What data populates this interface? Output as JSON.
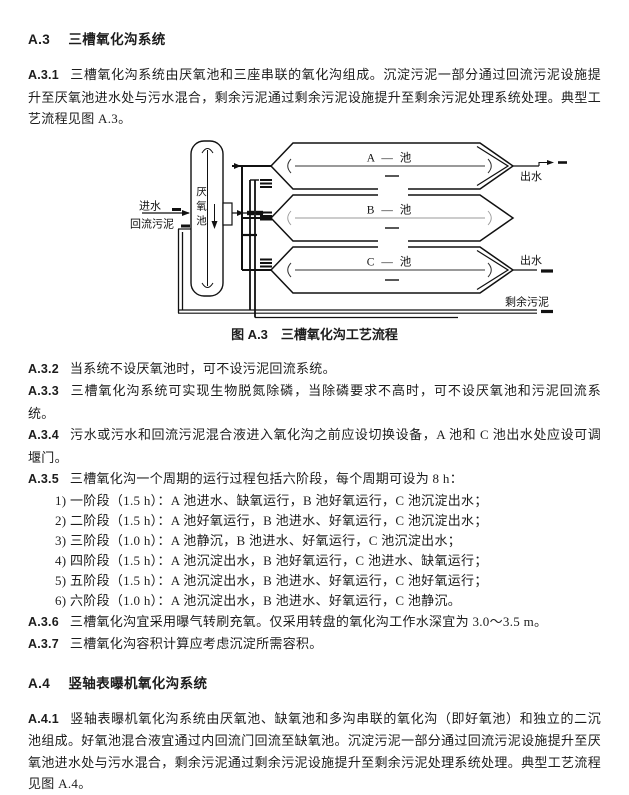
{
  "a3": {
    "number": "A.3",
    "title": "三槽氧化沟系统",
    "c1": {
      "num": "A.3.1",
      "text": "三槽氧化沟系统由厌氧池和三座串联的氧化沟组成。沉淀污泥一部分通过回流污泥设施提升至厌氧池进水处与污水混合，剩余污泥通过剩余污泥设施提升至剩余污泥处理系统处理。典型工艺流程见图 A.3。"
    },
    "c2": {
      "num": "A.3.2",
      "text": "当系统不设厌氧池时，可不设污泥回流系统。"
    },
    "c3": {
      "num": "A.3.3",
      "text": "三槽氧化沟系统可实现生物脱氮除磷，当除磷要求不高时，可不设厌氧池和污泥回流系统。"
    },
    "c4": {
      "num": "A.3.4",
      "text": "污水或污水和回流污泥混合液进入氧化沟之前应设切换设备，A 池和 C 池出水处应设可调堰门。"
    },
    "c5": {
      "num": "A.3.5",
      "text": "三槽氧化沟一个周期的运行过程包括六阶段，每个周期可设为 8 h：",
      "items": [
        "1) 一阶段（1.5 h）：A 池进水、缺氧运行，B 池好氧运行，C 池沉淀出水；",
        "2) 二阶段（1.5 h）：A 池好氧运行，B 池进水、好氧运行，C 池沉淀出水；",
        "3) 三阶段（1.0 h）：A 池静沉，B 池进水、好氧运行，C 池沉淀出水；",
        "4) 四阶段（1.5 h）：A 池沉淀出水，B 池好氧运行，C 池进水、缺氧运行；",
        "5) 五阶段（1.5 h）：A 池沉淀出水，B 池进水、好氧运行，C 池好氧运行；",
        "6) 六阶段（1.0 h）：A 池沉淀出水，B 池进水、好氧运行，C 池静沉。"
      ]
    },
    "c6": {
      "num": "A.3.6",
      "text": "三槽氧化沟宜采用曝气转刷充氧。仅采用转盘的氧化沟工作水深宜为 3.0～3.5 m。"
    },
    "c7": {
      "num": "A.3.7",
      "text": "三槽氧化沟容积计算应考虑沉淀所需容积。"
    }
  },
  "a4": {
    "number": "A.4",
    "title": "竖轴表曝机氧化沟系统",
    "c1": {
      "num": "A.4.1",
      "text": "竖轴表曝机氧化沟系统由厌氧池、缺氧池和多沟串联的氧化沟（即好氧池）和独立的二沉池组成。好氧池混合液宜通过内回流门回流至缺氧池。沉淀污泥一部分通过回流污泥设施提升至厌氧池进水处与污水混合，剩余污泥通过剩余污泥设施提升至剩余污泥处理系统处理。典型工艺流程见图 A.4。"
    }
  },
  "figure": {
    "caption_label": "图 A.3",
    "caption_title": "三槽氧化沟工艺流程",
    "labels": {
      "influent": "进水",
      "return_sludge": "回流污泥",
      "anaerobic_tank": "厌氧池",
      "pool_a": "A — 池",
      "pool_b": "B — 池",
      "pool_c": "C — 池",
      "effluent_top": "出水",
      "effluent_bottom": "出水",
      "excess_sludge": "剩余污泥"
    },
    "colors": {
      "line": "#111111",
      "inner_channel_b": "#999999"
    }
  }
}
